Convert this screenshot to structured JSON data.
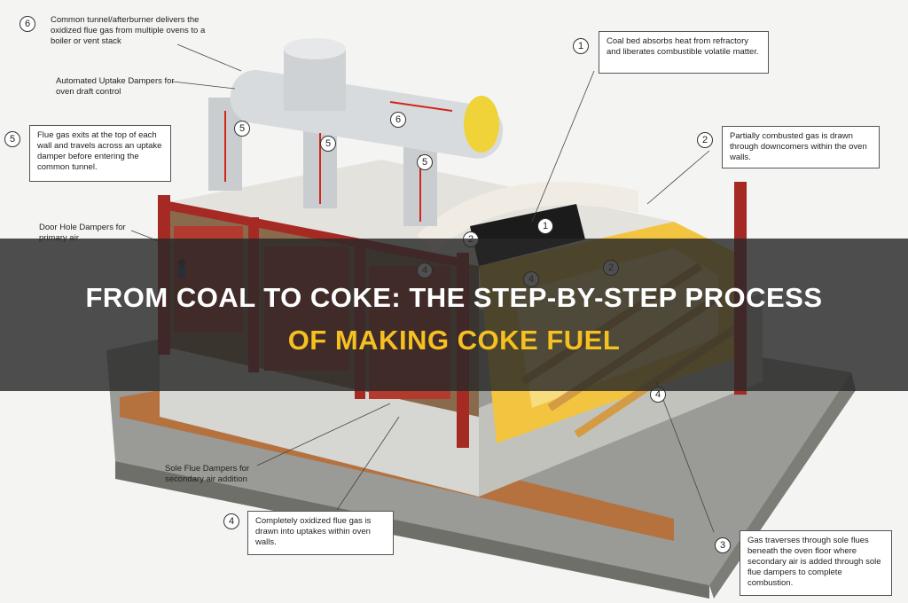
{
  "title": {
    "line1": "FROM COAL TO COKE: THE STEP-BY-STEP PROCESS",
    "line2": "OF MAKING COKE FUEL"
  },
  "colors": {
    "title_white": "#ffffff",
    "title_accent": "#f5c021",
    "banner": "#282828",
    "frame_red": "#a52a24",
    "hot_yellow": "#f2c440",
    "duct_grey": "#c9cdd0"
  },
  "callouts": {
    "c6": {
      "num": "6",
      "text": "Common tunnel/afterburner delivers the oxidized flue gas from multiple ovens to a boiler or vent stack"
    },
    "uptake": {
      "text": "Automated Uptake Dampers for oven draft control"
    },
    "c5": {
      "num": "5",
      "text": "Flue gas exits at the top of each wall and travels across an uptake damper before entering the common tunnel."
    },
    "doorhole": {
      "text": "Door Hole Dampers for primary air"
    },
    "c1": {
      "num": "1",
      "text": "Coal bed absorbs heat from refractory and liberates combustible volatile matter."
    },
    "c2": {
      "num": "2",
      "text": "Partially combusted gas is drawn through downcomers within the oven walls."
    },
    "soleflue": {
      "text": "Sole Flue Dampers for secondary air addition"
    },
    "c4": {
      "num": "4",
      "text": "Completely oxidized flue gas is drawn into uptakes within oven walls."
    },
    "c3": {
      "num": "3",
      "text": "Gas traverses through sole flues beneath the oven floor where secondary air is added through sole flue dampers to complete combustion."
    }
  },
  "diagram_markers": [
    "6",
    "5",
    "5",
    "5",
    "6",
    "1",
    "2",
    "2",
    "4",
    "4",
    "4"
  ]
}
